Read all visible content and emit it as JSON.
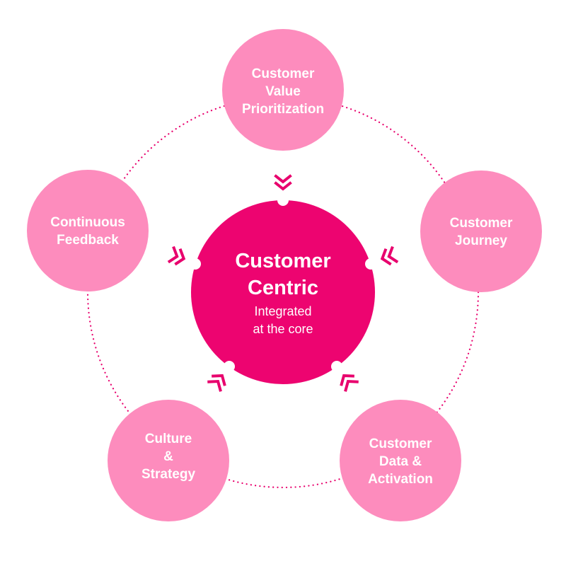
{
  "colors": {
    "node_fill": "#fd8cbd",
    "center_fill": "#ed0470",
    "arrow_color": "#e8006d",
    "ring_color": "#e8006d",
    "text_color": "#ffffff",
    "background": "#ffffff"
  },
  "center": {
    "title_line1": "Customer",
    "title_line2": "Centric",
    "subtitle_line1": "Integrated",
    "subtitle_line2": "at the core"
  },
  "nodes": [
    {
      "id": "customer-value-prioritization",
      "lines": [
        "Customer",
        "Value",
        "Prioritization"
      ]
    },
    {
      "id": "customer-journey",
      "lines": [
        "Customer",
        "Journey"
      ]
    },
    {
      "id": "customer-data-activation",
      "lines": [
        "Customer",
        "Data &",
        "Activation"
      ]
    },
    {
      "id": "culture-strategy",
      "lines": [
        "Culture",
        "&",
        "Strategy"
      ]
    },
    {
      "id": "continuous-feedback",
      "lines": [
        "Continuous",
        "Feedback"
      ]
    }
  ],
  "connector_icon": "double-chevron-arrow-icon",
  "ring_style": "dotted"
}
